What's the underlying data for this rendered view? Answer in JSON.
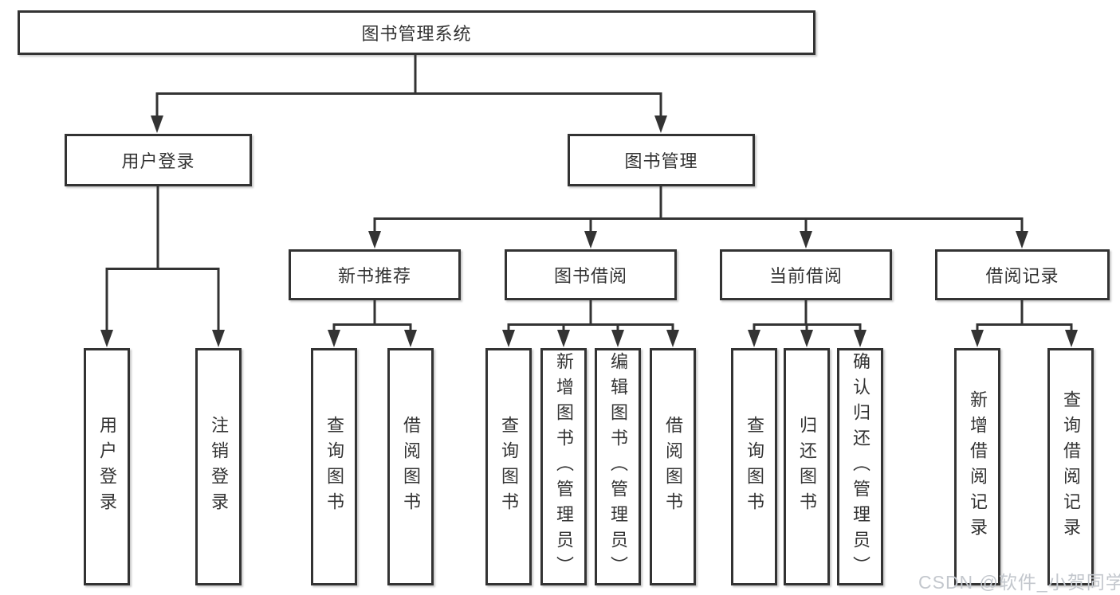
{
  "diagram": {
    "watermark": "CSDN @软件_小贺同学",
    "colors": {
      "line": "#333333",
      "text": "#333333",
      "box_background": "#ffffff",
      "watermark": "#c3c7cd"
    },
    "tree": {
      "root": {
        "label": "图书管理系统"
      },
      "branches": [
        {
          "label": "用户登录",
          "children": [
            {
              "label": "用户登录"
            },
            {
              "label": "注销登录"
            }
          ]
        },
        {
          "label": "图书管理",
          "children": [
            {
              "label": "新书推荐",
              "children": [
                {
                  "label": "查询图书"
                },
                {
                  "label": "借阅图书"
                }
              ]
            },
            {
              "label": "图书借阅",
              "children": [
                {
                  "label": "查询图书"
                },
                {
                  "label": "新增图书（管理员）"
                },
                {
                  "label": "编辑图书（管理员）"
                },
                {
                  "label": "借阅图书"
                }
              ]
            },
            {
              "label": "当前借阅",
              "children": [
                {
                  "label": "查询图书"
                },
                {
                  "label": "归还图书"
                },
                {
                  "label": "确认归还（管理员）"
                }
              ]
            },
            {
              "label": "借阅记录",
              "children": [
                {
                  "label": "新增借阅记录"
                },
                {
                  "label": "查询借阅记录"
                }
              ]
            }
          ]
        }
      ]
    }
  }
}
